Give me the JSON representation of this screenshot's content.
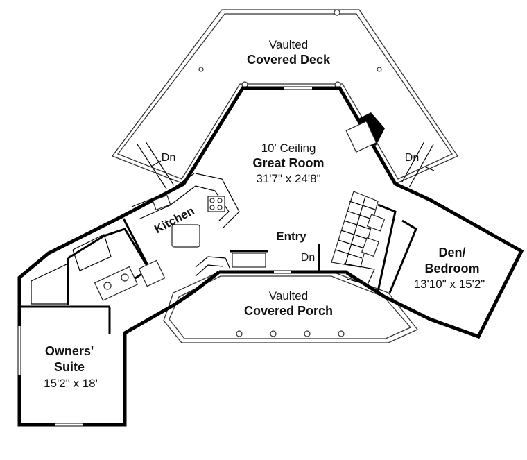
{
  "labels": {
    "covered_deck_line1": "Vaulted",
    "covered_deck_line2": "Covered Deck",
    "great_room_line1": "10' Ceiling",
    "great_room_line2": "Great Room",
    "great_room_size": "31'7\" x 24'8\"",
    "kitchen": "Kitchen",
    "entry": "Entry",
    "dn_left": "Dn",
    "dn_right": "Dn",
    "dn_entry": "Dn",
    "den_line1": "Den/",
    "den_line2": "Bedroom",
    "den_size": "13'10\" x 15'2\"",
    "porch_line1": "Vaulted",
    "porch_line2": "Covered Porch",
    "owners_line1": "Owners'",
    "owners_line2": "Suite",
    "owners_size": "15'2\" x 18'"
  },
  "colors": {
    "wall": "#000000",
    "background": "#ffffff"
  }
}
